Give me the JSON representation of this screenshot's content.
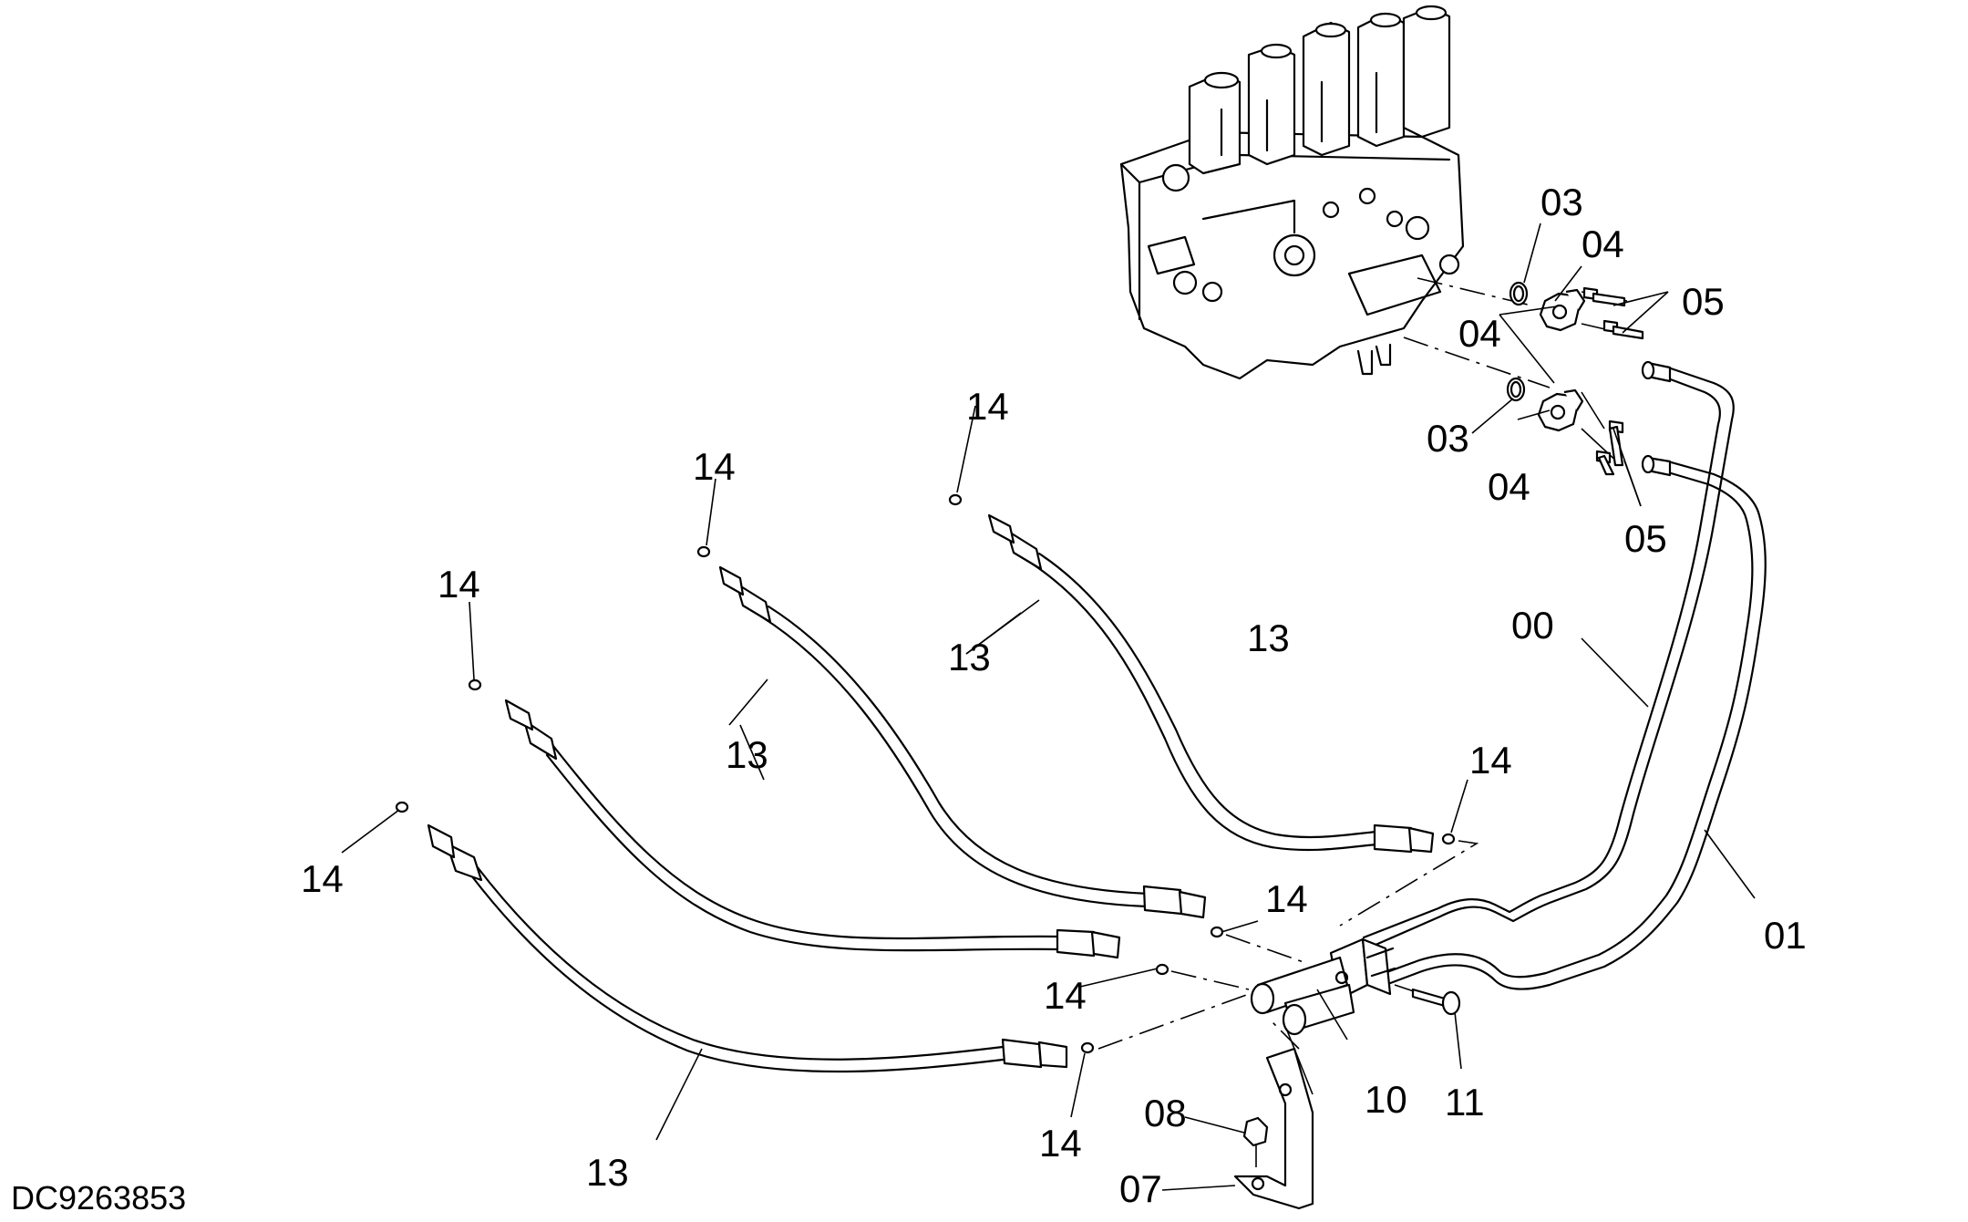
{
  "document_id": "DC9263853",
  "callouts": {
    "c00": "00",
    "c01": "01",
    "c03a": "03",
    "c03b": "03",
    "c04a": "04",
    "c04b": "04",
    "c04c": "04",
    "c05a": "05",
    "c05b": "05",
    "c07": "07",
    "c08": "08",
    "c10": "10",
    "c11": "11",
    "c13a": "13",
    "c13b": "13",
    "c13c": "13",
    "c13d": "13",
    "c14a": "14",
    "c14b": "14",
    "c14c": "14",
    "c14d": "14",
    "c14e": "14",
    "c14f": "14",
    "c14g": "14",
    "c14h": "14"
  }
}
